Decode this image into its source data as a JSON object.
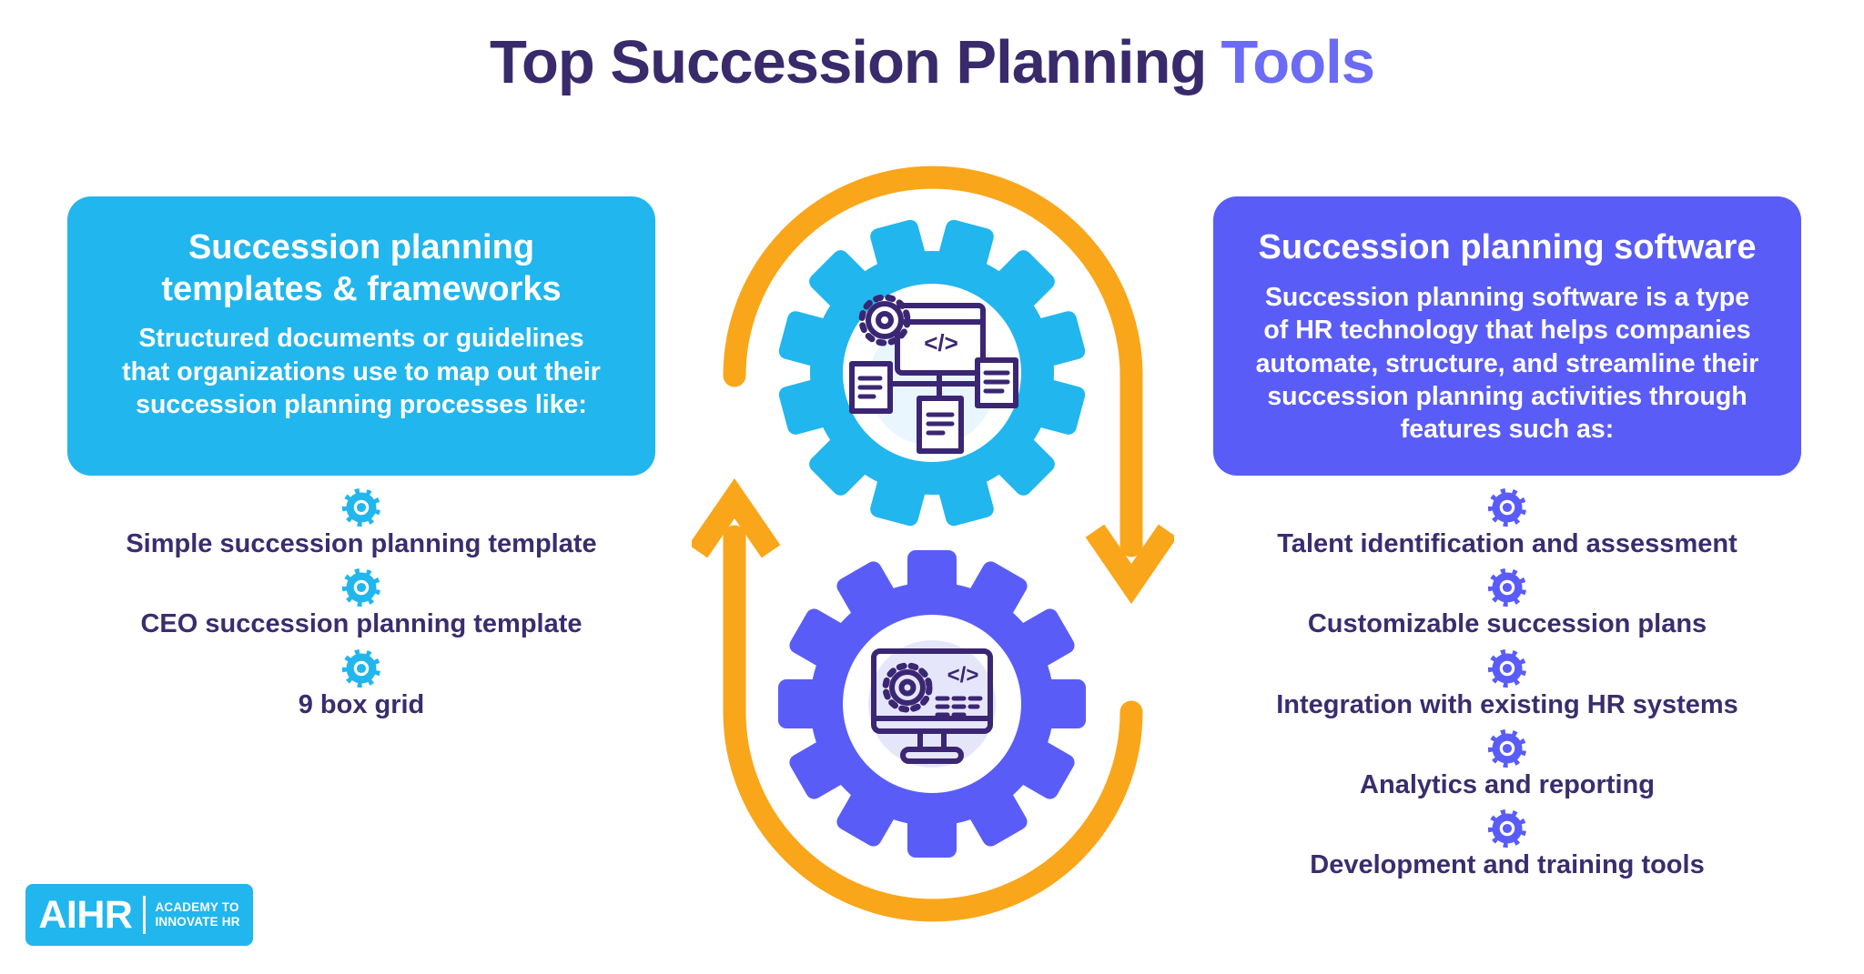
{
  "title": {
    "main": "Top Succession Planning",
    "accent": "Tools"
  },
  "left_panel": {
    "heading": "Succession planning\ntemplates & frameworks",
    "body": "Structured documents or guidelines\nthat organizations use to map out their\nsuccession planning processes like:",
    "items": [
      "Simple succession planning template",
      "CEO succession planning template",
      "9 box grid"
    ]
  },
  "right_panel": {
    "heading": "Succession planning software",
    "body": "Succession planning software is a type\nof HR technology that helps companies\nautomate, structure, and streamline their\nsuccession planning activities through\nfeatures such as:",
    "items": [
      "Talent identification and assessment",
      "Customizable succession plans",
      "Integration with existing HR systems",
      "Analytics and reporting",
      "Development and training tools"
    ]
  },
  "center": {
    "code_glyph": "</>"
  },
  "logo": {
    "brand": "AIHR",
    "tagline": "ACADEMY TO\nINNOVATE HR"
  },
  "colors": {
    "cyan": "#21B6ED",
    "purple": "#5A5CF8",
    "orange": "#FAA61A",
    "title_navy": "#392A6B",
    "title_accent": "#6B6BF6",
    "list_text": "#3A2D6E",
    "icon_outline": "#3B2673",
    "panel_text": "#FFFFFF"
  },
  "icons": {
    "bullet": "cog-icon",
    "top_gear": "gear-flowchart-icon",
    "bottom_gear": "gear-monitor-code-icon",
    "arrows": "cycle-arrows-icon"
  }
}
